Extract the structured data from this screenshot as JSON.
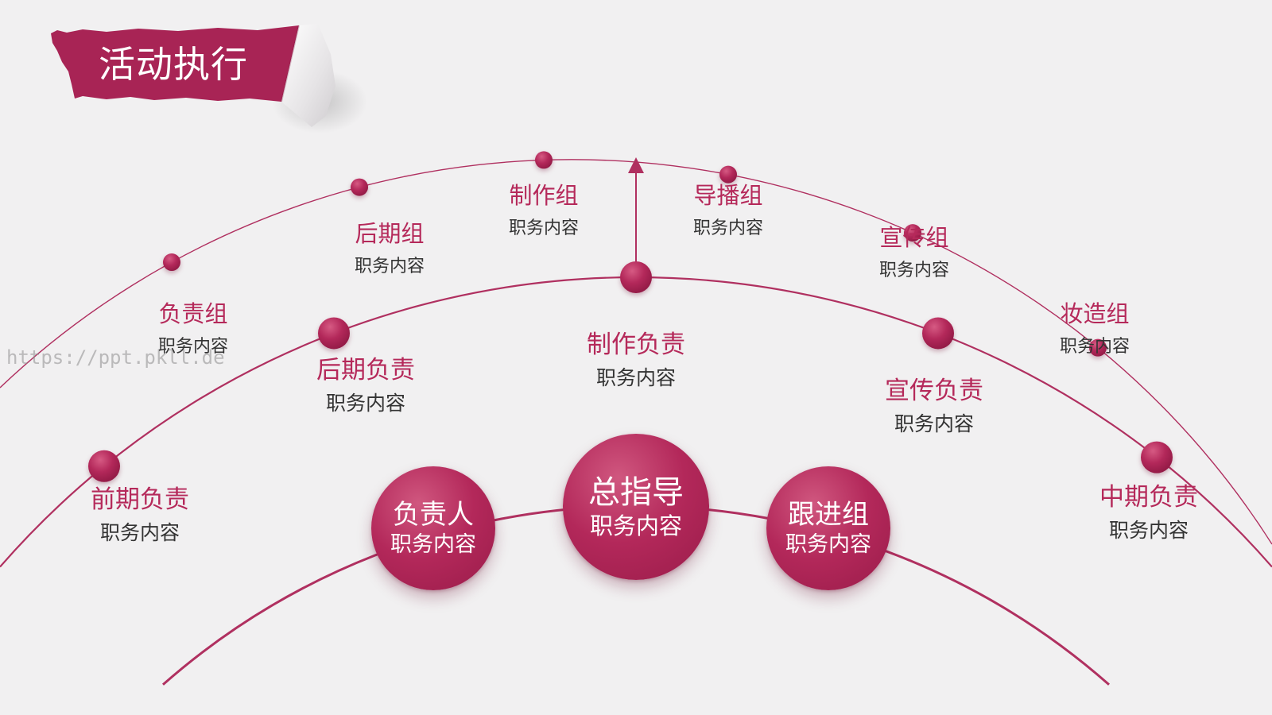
{
  "title": "活动执行",
  "watermark": "https://ppt.pkll.de",
  "colors": {
    "accent": "#b5295a",
    "accent_dark": "#9a1c4a",
    "line": "#b03060",
    "background": "#f1f0f1",
    "subtext": "#333333"
  },
  "outer_ring": [
    {
      "title": "负责组",
      "sub": "职务内容"
    },
    {
      "title": "后期组",
      "sub": "职务内容"
    },
    {
      "title": "制作组",
      "sub": "职务内容"
    },
    {
      "title": "导播组",
      "sub": "职务内容"
    },
    {
      "title": "宣传组",
      "sub": "职务内容"
    },
    {
      "title": "妆造组",
      "sub": "职务内容"
    }
  ],
  "middle_ring": [
    {
      "title": "前期负责",
      "sub": "职务内容"
    },
    {
      "title": "后期负责",
      "sub": "职务内容"
    },
    {
      "title": "制作负责",
      "sub": "职务内容"
    },
    {
      "title": "宣传负责",
      "sub": "职务内容"
    },
    {
      "title": "中期负责",
      "sub": "职务内容"
    }
  ],
  "core": [
    {
      "title": "负责人",
      "sub": "职务内容"
    },
    {
      "title": "总指导",
      "sub": "职务内容"
    },
    {
      "title": "跟进组",
      "sub": "职务内容"
    }
  ]
}
